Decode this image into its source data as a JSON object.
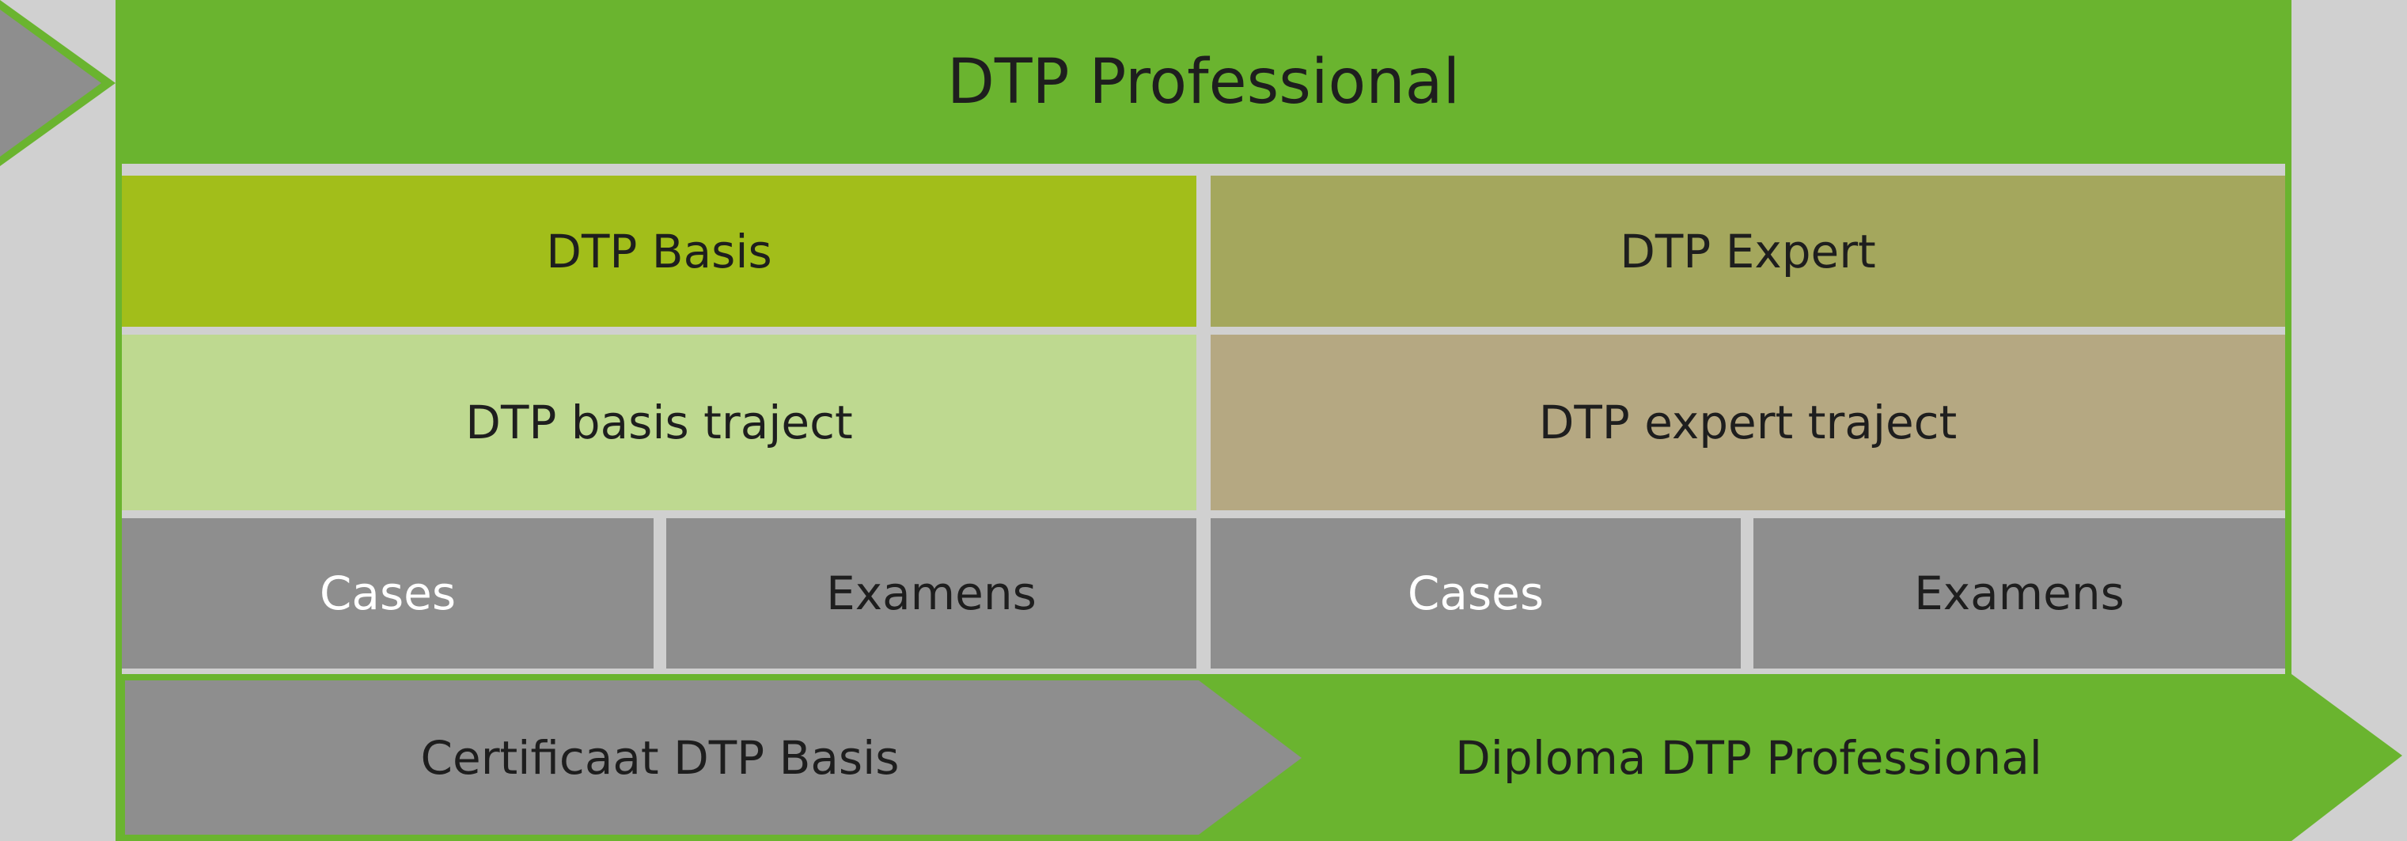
{
  "title": "DTP Professional",
  "columns": [
    {
      "header": "DTP Basis",
      "traject": "DTP basis traject",
      "items": [
        "Cases",
        "Examens"
      ]
    },
    {
      "header": "DTP Expert",
      "traject": "DTP expert traject",
      "items": [
        "Cases",
        "Examens"
      ]
    }
  ],
  "outcomes": {
    "certificate": "Certificaat DTP Basis",
    "diploma": "Diploma DTP Professional"
  },
  "colors": {
    "green": "#6ab42f",
    "basis": "#a2be1a",
    "expert": "#a4a75d",
    "basis_traject": "#bed990",
    "expert_traject": "#b5a882",
    "grey": "#8e8e8e"
  }
}
